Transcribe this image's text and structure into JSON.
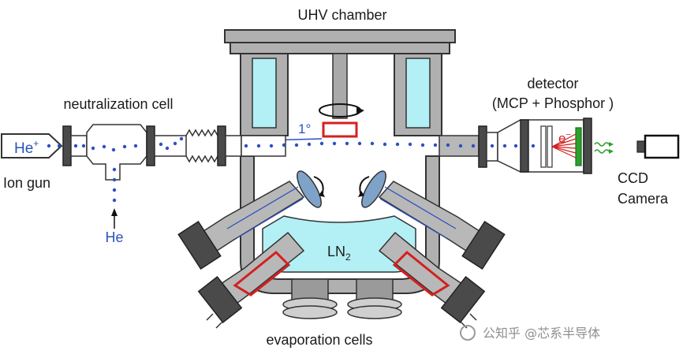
{
  "labels": {
    "chamber": "UHV chamber",
    "neutralization": "neutralization cell",
    "detector_line1": "detector",
    "detector_line2": "(MCP + Phosphor  )",
    "ion_gun": "Ion gun",
    "he_ion": "He",
    "he_ion_charge": "+",
    "he_gas": "He",
    "angle": "1°",
    "electron": "e",
    "electron_charge": "−",
    "ccd_line1": "CCD",
    "ccd_line2": "Camera",
    "ln2_main": "LN",
    "ln2_sub": "2",
    "evaporation": "evaporation cells"
  },
  "watermark": "公知乎 @芯系半导体",
  "colors": {
    "beam": "#2a52be",
    "sample": "#d42020",
    "light_emission": "#2ca02c",
    "cryo": "#b3f0f5",
    "metal": "#a9a9a9",
    "dark_metal": "#4a4a4a"
  }
}
